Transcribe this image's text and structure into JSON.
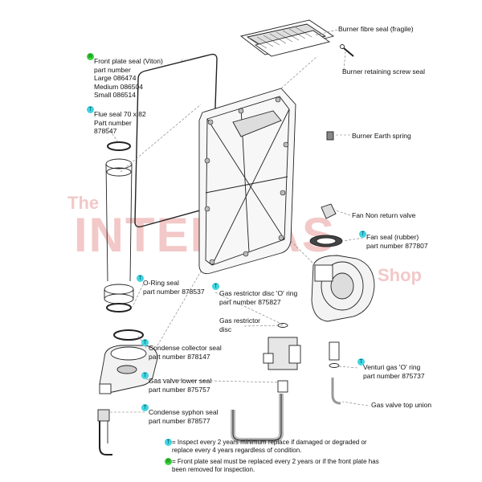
{
  "watermark": {
    "line1": "The",
    "line2": "INTERGAS",
    "line3": "Shop"
  },
  "icons": {
    "inspect_marker": "T",
    "replace_marker": "R"
  },
  "colors": {
    "inspect": "#3fd4e0",
    "replace": "#38d23c",
    "watermark": "#f3c8c8"
  },
  "labels": {
    "burner_fibre_seal": "Burner fibre seal (fragile)",
    "burner_retaining_screw_seal": "Burner retaining screw seal",
    "burner_earth_spring": "Burner Earth spring",
    "fan_non_return_valve": "Fan Non return valve",
    "fan_seal": {
      "line1": "Fan seal (rubber)",
      "line2": "part number 877807"
    },
    "front_plate_seal": {
      "line1": "Front plate seal (Viton)",
      "line2": "part number",
      "line3": "Large 086474",
      "line4": "Medium 086504",
      "line5": "Small 086514"
    },
    "flue_seal": {
      "line1": "Flue seal 70 x 82",
      "line2": "Part number",
      "line3": "878547"
    },
    "o_ring_seal": {
      "line1": "O-Ring seal",
      "line2": "part number 878537"
    },
    "gas_restrictor_disc_o_ring": {
      "line1": "Gas restrictor disc 'O' ring",
      "line2": "part number 875827"
    },
    "gas_restrictor_disc": {
      "line1": "Gas restrictor",
      "line2": "disc"
    },
    "condense_collector_seal": {
      "line1": "Condense collector seal",
      "line2": "part number 878147"
    },
    "venturi_gas_o_ring": {
      "line1": "Venturi gas 'O' ring",
      "line2": "part number 875737"
    },
    "gas_valve_lower_seal": {
      "line1": "Gas valve lower seal",
      "line2": "part number 875757"
    },
    "gas_valve_top_union": "Gas valve top union",
    "condense_syphon_seal": {
      "line1": "Condense syphon seal",
      "line2": "part number 878577"
    }
  },
  "notes": {
    "inspect": "= Inspect every 2 years minimum replace if damaged or degraded or replace every 4 years regardless of condition.",
    "replace": "= Front plate seal must be replaced every 2 years or if the front plate has been removed for inspection."
  }
}
